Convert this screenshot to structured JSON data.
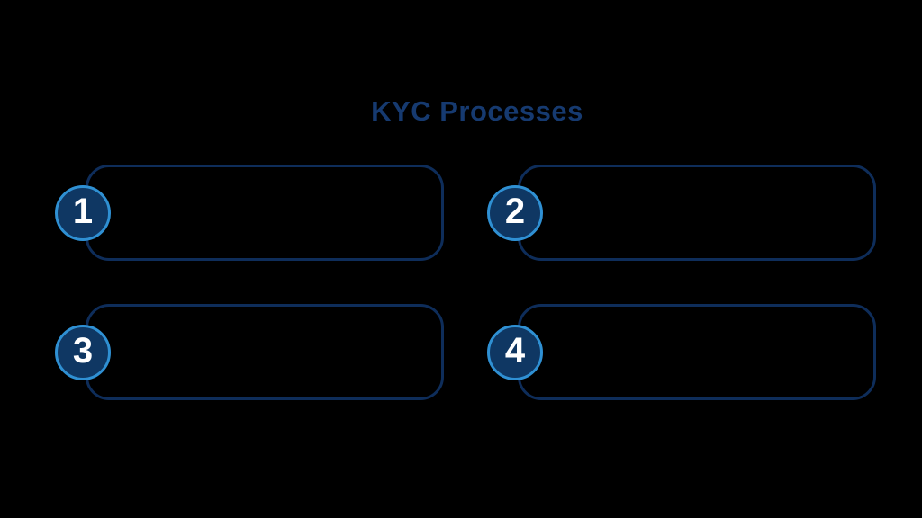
{
  "title": "KYC Processes",
  "colors": {
    "background": "#000000",
    "title_text": "#163a70",
    "box_border": "#0e2d5a",
    "circle_fill": "#0f3763",
    "circle_ring": "#2f90d3",
    "number_text": "#ffffff"
  },
  "steps": [
    {
      "number": "1"
    },
    {
      "number": "2"
    },
    {
      "number": "3"
    },
    {
      "number": "4"
    }
  ]
}
